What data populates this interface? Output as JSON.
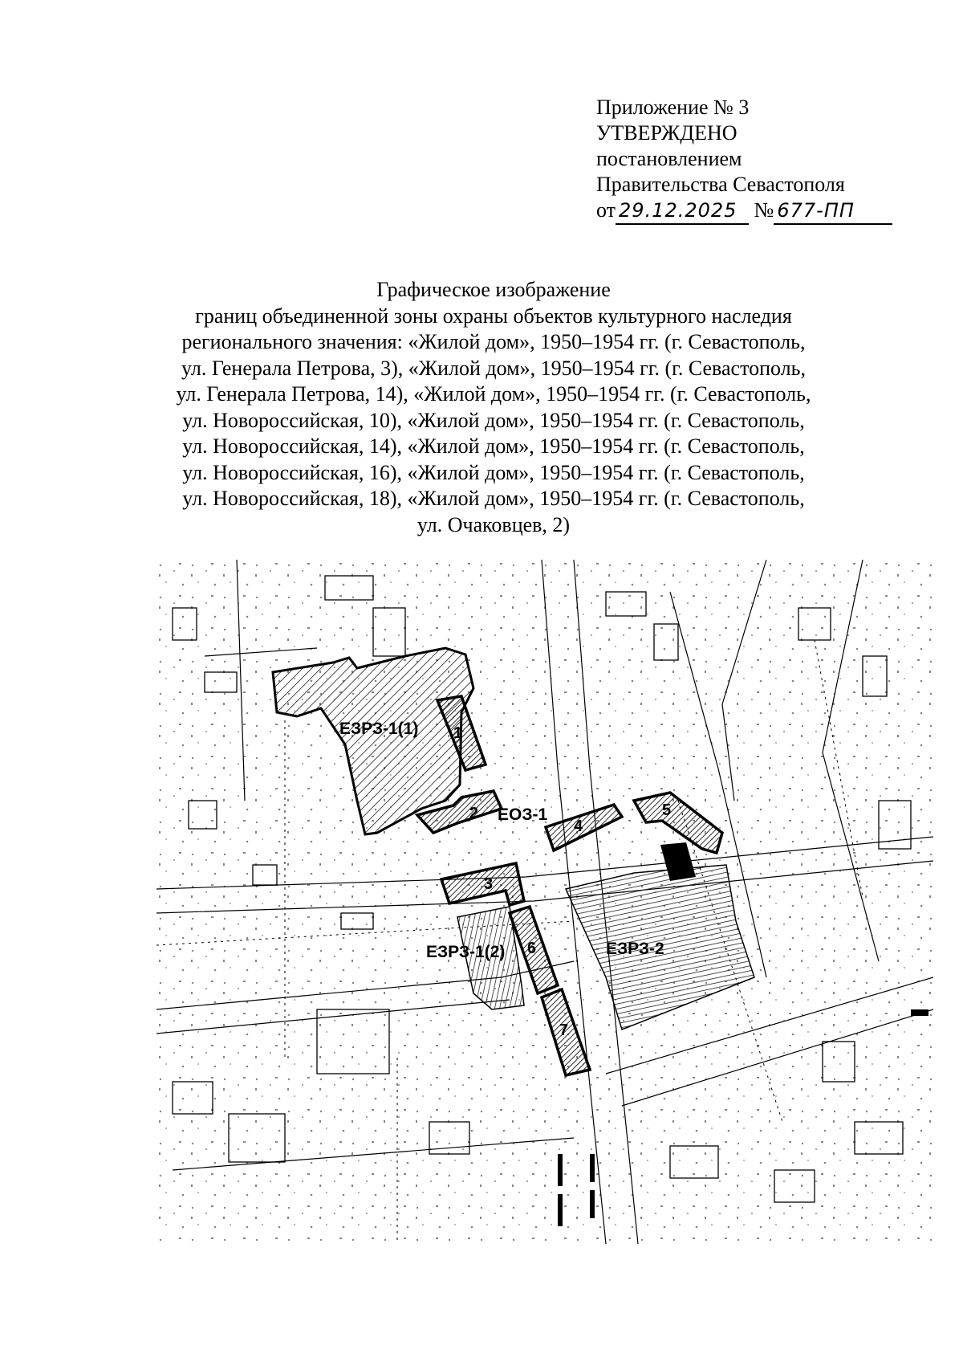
{
  "approval": {
    "line1": "Приложение № 3",
    "line2": "УТВЕРЖДЕНО",
    "line3": "постановлением",
    "line4": "Правительства Севастополя",
    "from_label": "от",
    "date_handwritten": "29.12.2025",
    "number_label": "№",
    "number_handwritten": "677-ПП"
  },
  "title": {
    "lines": [
      "Графическое изображение",
      "границ объединенной зоны охраны объектов культурного наследия",
      "регионального значения: «Жилой дом», 1950–1954 гг. (г. Севастополь,",
      "ул. Генерала Петрова, 3), «Жилой дом», 1950–1954 гг. (г. Севастополь,",
      "ул. Генерала Петрова, 14), «Жилой дом», 1950–1954 гг. (г. Севастополь,",
      "ул. Новороссийская, 10), «Жилой дом», 1950–1954 гг. (г. Севастополь,",
      "ул. Новороссийская, 14), «Жилой дом», 1950–1954 гг. (г. Севастополь,",
      "ул. Новороссийская, 16), «Жилой дом», 1950–1954 гг. (г. Севастополь,",
      "ул. Новороссийская, 18), «Жилой дом», 1950–1954 гг. (г. Севастополь,",
      "ул. Очаковцев, 2)"
    ]
  },
  "map": {
    "zones": {
      "ezrz_1_1": "ЕЗРЗ-1(1)",
      "ezrz_1_2": "ЕЗРЗ-1(2)",
      "ezrz_2": "ЕЗРЗ-2",
      "eoz_1": "ЕОЗ-1"
    },
    "objects": [
      "1",
      "2",
      "3",
      "4",
      "5",
      "6",
      "7"
    ],
    "colors": {
      "ink": "#000000",
      "paper": "#ffffff",
      "hatch": "#1a1a1a"
    }
  }
}
